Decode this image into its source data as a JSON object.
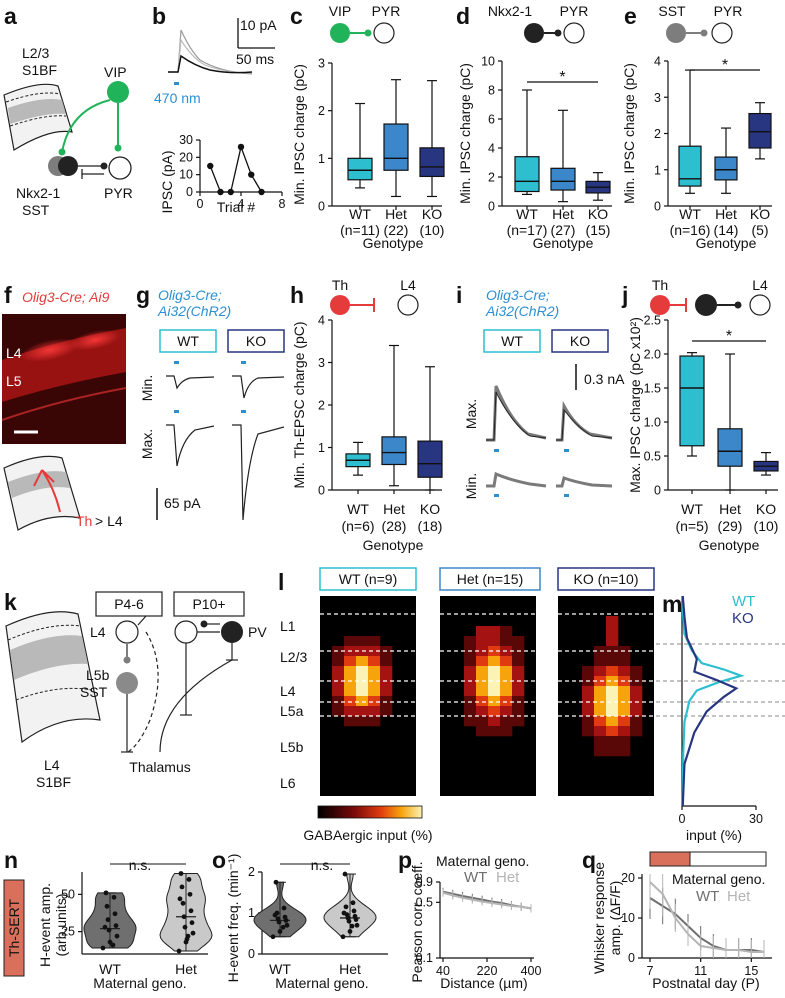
{
  "colors": {
    "wt": "#2dbfcf",
    "het": "#3b87c9",
    "ko": "#283580",
    "vip": "#20b359",
    "th": "#e53b3b",
    "blue_text": "#2b8fd0",
    "red_text": "#e53b3b",
    "grey_dark": "#6f6f6f",
    "grey_light": "#c9c9c9",
    "sert_bg": "#d9705c"
  },
  "panels": {
    "a": {
      "letter": "a",
      "region": "L2/3",
      "region2": "S1BF",
      "vip": "VIP",
      "nkx": "Nkx2-1",
      "sst": "SST",
      "pyr": "PYR"
    },
    "b": {
      "letter": "b",
      "scale_current": "10 pA",
      "scale_time": "50 ms",
      "stim": "470 nm",
      "ylabel": "IPSC (pA)",
      "xlabel": "Trial #"
    },
    "c": {
      "letter": "c",
      "pre": "VIP",
      "post": "PYR"
    },
    "d": {
      "letter": "d",
      "pre": "Nkx2-1",
      "post": "PYR",
      "sig": "*"
    },
    "e": {
      "letter": "e",
      "pre": "SST",
      "post": "PYR",
      "sig": "*"
    },
    "f": {
      "letter": "f",
      "title": "Olig3-Cre; Ai9",
      "l4": "L4",
      "l5": "L5",
      "pathway": "Th",
      "pathway2": "> L4"
    },
    "g": {
      "letter": "g",
      "title1": "Olig3-Cre;",
      "title2": "Ai32(ChR2)",
      "wt": "WT",
      "ko": "KO",
      "min": "Min.",
      "max": "Max.",
      "scale": "65 pA"
    },
    "h": {
      "letter": "h",
      "pre": "Th",
      "post": "L4"
    },
    "i": {
      "letter": "i",
      "title1": "Olig3-Cre;",
      "title2": "Ai32(ChR2)",
      "wt": "WT",
      "ko": "KO",
      "min": "Min.",
      "max": "Max.",
      "scale": "0.3 nA"
    },
    "j": {
      "letter": "j",
      "pre": "Th",
      "post": "L4",
      "sig": "*"
    },
    "k": {
      "letter": "k",
      "p_early": "P4-6",
      "p_late": "P10+",
      "l4": "L4",
      "l5b": "L5b",
      "sst": "SST",
      "pv": "PV",
      "thalamus": "Thalamus",
      "region": "L4",
      "region2": "S1BF"
    },
    "l": {
      "letter": "l",
      "wt": "WT (n=9)",
      "het": "Het (n=15)",
      "ko": "KO (n=10)",
      "layers": [
        "L1",
        "L2/3",
        "L4",
        "L5a",
        "L5b",
        "L6"
      ],
      "colorbar_label": "GABAergic input (%)"
    },
    "m": {
      "letter": "m",
      "wt": "WT",
      "ko": "KO",
      "xlabel": "input (%)"
    },
    "n": {
      "letter": "n",
      "side": "Th-SERT",
      "ylabel1": "H-event amp.",
      "ylabel2": "(arb.units)",
      "sig": "n.s.",
      "xlabel": "Maternal geno."
    },
    "o": {
      "letter": "o",
      "ylabel": "H-event freq. (min⁻¹)",
      "sig": "n.s.",
      "xlabel": "Maternal geno."
    },
    "p": {
      "letter": "p",
      "legend_title": "Maternal geno.",
      "wt": "WT",
      "het": "Het",
      "ylabel": "Pearson corr. coeff.",
      "xlabel": "Distance (µm)"
    },
    "q": {
      "letter": "q",
      "legend_title": "Maternal geno.",
      "wt": "WT",
      "het": "Het",
      "ylabel1": "Whisker response",
      "ylabel2": "amp. (ΔF/F)",
      "xlabel": "Postnatal day (P)"
    }
  },
  "chart_data": [
    {
      "panel": "b",
      "type": "line",
      "x": [
        1,
        2,
        3,
        4,
        5,
        6
      ],
      "values": [
        15,
        0,
        0,
        26,
        10,
        0
      ],
      "xticks": [
        "0",
        "4",
        "8"
      ],
      "yticks": [
        "0",
        "10",
        "20",
        "30"
      ],
      "xlim": [
        0,
        8
      ],
      "ylim": [
        0,
        30
      ]
    },
    {
      "panel": "c",
      "type": "box",
      "ylabel": "Min. IPSC charge (pC)",
      "xlabel": "Genotype",
      "ylim": [
        0,
        3
      ],
      "yticks": [
        "0",
        "1",
        "2",
        "3"
      ],
      "categories": [
        "WT",
        "Het",
        "KO"
      ],
      "counts": [
        "(n=11)",
        "(22)",
        "(10)"
      ],
      "boxes": [
        [
          0.38,
          0.55,
          0.75,
          1.0,
          2.15
        ],
        [
          0.2,
          0.75,
          1.0,
          1.72,
          2.65
        ],
        [
          0.2,
          0.62,
          0.82,
          1.22,
          2.63
        ]
      ]
    },
    {
      "panel": "d",
      "type": "box",
      "ylabel": "Min. IPSC charge (pC)",
      "xlabel": "Genotype",
      "ylim": [
        0,
        10
      ],
      "yticks": [
        "0",
        "2",
        "4",
        "6",
        "8",
        "10"
      ],
      "categories": [
        "WT",
        "Het",
        "KO"
      ],
      "counts": [
        "(n=17)",
        "(27)",
        "(15)"
      ],
      "boxes": [
        [
          0.8,
          1.0,
          1.7,
          3.4,
          8.0
        ],
        [
          0.3,
          1.1,
          1.7,
          2.6,
          6.6
        ],
        [
          0.4,
          0.9,
          1.3,
          1.7,
          2.3
        ]
      ]
    },
    {
      "panel": "e",
      "type": "box",
      "ylabel": "Min. IPSC charge (pC)",
      "xlabel": "Genotype",
      "ylim": [
        0,
        4
      ],
      "yticks": [
        "0",
        "1",
        "2",
        "3",
        "4"
      ],
      "categories": [
        "WT",
        "Het",
        "KO"
      ],
      "counts": [
        "(n=16)",
        "(14)",
        "(5)"
      ],
      "boxes": [
        [
          0.35,
          0.55,
          0.75,
          1.65,
          3.75
        ],
        [
          0.35,
          0.72,
          1.0,
          1.35,
          2.15
        ],
        [
          1.3,
          1.6,
          2.05,
          2.55,
          2.85
        ]
      ]
    },
    {
      "panel": "h",
      "type": "box",
      "ylabel": "Min. Th-EPSC charge (pC)",
      "xlabel": "Genotype",
      "ylim": [
        0,
        4
      ],
      "yticks": [
        "0",
        "1",
        "2",
        "3",
        "4"
      ],
      "categories": [
        "WT",
        "Het",
        "KO"
      ],
      "counts": [
        "(n=6)",
        "(28)",
        "(18)"
      ],
      "boxes": [
        [
          0.35,
          0.55,
          0.7,
          0.85,
          1.12
        ],
        [
          0.1,
          0.6,
          0.88,
          1.25,
          3.4
        ],
        [
          0.0,
          0.3,
          0.62,
          1.15,
          2.9
        ]
      ]
    },
    {
      "panel": "j",
      "type": "box",
      "ylabel": "Max. IPSC charge (pC x10²)",
      "xlabel": "Genotype",
      "ylim": [
        0,
        2.5
      ],
      "yticks": [
        "0",
        "0.5",
        "1.0",
        "1.5",
        "2.0",
        "2.5"
      ],
      "categories": [
        "WT",
        "Het",
        "KO"
      ],
      "counts": [
        "(n=5)",
        "(29)",
        "(10)"
      ],
      "boxes": [
        [
          0.5,
          0.65,
          1.5,
          1.97,
          2.02
        ],
        [
          0.0,
          0.35,
          0.57,
          0.9,
          2.0
        ],
        [
          0.22,
          0.28,
          0.35,
          0.42,
          0.55
        ]
      ]
    },
    {
      "panel": "m",
      "type": "line",
      "xlabel": "input (%)",
      "xticks": [
        "0",
        "30"
      ],
      "xlim": [
        0,
        30
      ],
      "series": [
        {
          "name": "WT",
          "depth": [
            0,
            0.1,
            0.18,
            0.26,
            0.32,
            0.35,
            0.38,
            0.41,
            0.45,
            0.5,
            0.6,
            0.75,
            1.0
          ],
          "input": [
            0.3,
            0.5,
            1,
            4,
            8,
            17,
            24,
            15,
            6,
            3,
            1,
            0.5,
            0.3
          ]
        },
        {
          "name": "KO",
          "depth": [
            0,
            0.1,
            0.2,
            0.3,
            0.36,
            0.4,
            0.44,
            0.48,
            0.55,
            0.65,
            0.8,
            1.0
          ],
          "input": [
            0.3,
            1,
            2,
            6,
            5,
            14,
            22,
            17,
            10,
            5,
            1,
            0.3
          ]
        }
      ]
    },
    {
      "panel": "n",
      "type": "violin",
      "yticks": [
        "25",
        "50"
      ],
      "ylim": [
        10,
        65
      ],
      "categories": [
        "WT",
        "Het"
      ],
      "points": [
        [
          14,
          18,
          22,
          26,
          29,
          33,
          37,
          42,
          48,
          51,
          16,
          28
        ],
        [
          12,
          18,
          24,
          28,
          31,
          35,
          39,
          44,
          50,
          55,
          60,
          64,
          22,
          47,
          20
        ]
      ],
      "medians": [
        27,
        35
      ]
    },
    {
      "panel": "o",
      "type": "violin",
      "yticks": [
        "0",
        "1",
        "2"
      ],
      "ylim": [
        0,
        2
      ],
      "categories": [
        "WT",
        "Het"
      ],
      "points": [
        [
          0.42,
          0.55,
          0.7,
          0.78,
          0.82,
          0.86,
          0.9,
          1.0,
          1.12,
          1.75,
          0.65,
          0.95
        ],
        [
          0.42,
          0.55,
          0.7,
          0.8,
          0.84,
          0.88,
          0.92,
          0.96,
          1.05,
          1.15,
          1.25,
          1.95,
          0.68,
          1.0
        ]
      ],
      "medians": [
        0.82,
        0.88
      ]
    },
    {
      "panel": "p",
      "type": "line",
      "xlabel": "Distance (µm)",
      "ylabel": "Pearson corr. coeff.",
      "log_y": true,
      "xticks": [
        "40",
        "220",
        "400"
      ],
      "yticks": [
        "0.1",
        "0.5",
        "0.9"
      ],
      "x": [
        40,
        80,
        120,
        160,
        200,
        240,
        280,
        320,
        360,
        400
      ],
      "series": [
        {
          "name": "WT",
          "values": [
            0.68,
            0.64,
            0.6,
            0.57,
            0.54,
            0.51,
            0.49,
            0.46,
            0.44,
            0.42
          ]
        },
        {
          "name": "Het",
          "values": [
            0.66,
            0.61,
            0.57,
            0.54,
            0.51,
            0.49,
            0.47,
            0.45,
            0.44,
            0.42
          ]
        }
      ]
    },
    {
      "panel": "q",
      "type": "line",
      "xlabel": "Postnatal day (P)",
      "xticks": [
        "7",
        "11",
        "15"
      ],
      "yticks": [
        "0",
        "10",
        "20"
      ],
      "ylim": [
        0,
        20
      ],
      "x": [
        7,
        8,
        9,
        10,
        11,
        12,
        13,
        14,
        15,
        16
      ],
      "series": [
        {
          "name": "WT",
          "values": [
            15,
            13,
            11,
            8,
            5,
            3,
            2,
            2,
            2,
            1.5
          ]
        },
        {
          "name": "Het",
          "values": [
            19,
            16,
            10,
            6,
            3,
            2.5,
            2,
            2,
            1.5,
            1.5
          ]
        }
      ]
    }
  ]
}
